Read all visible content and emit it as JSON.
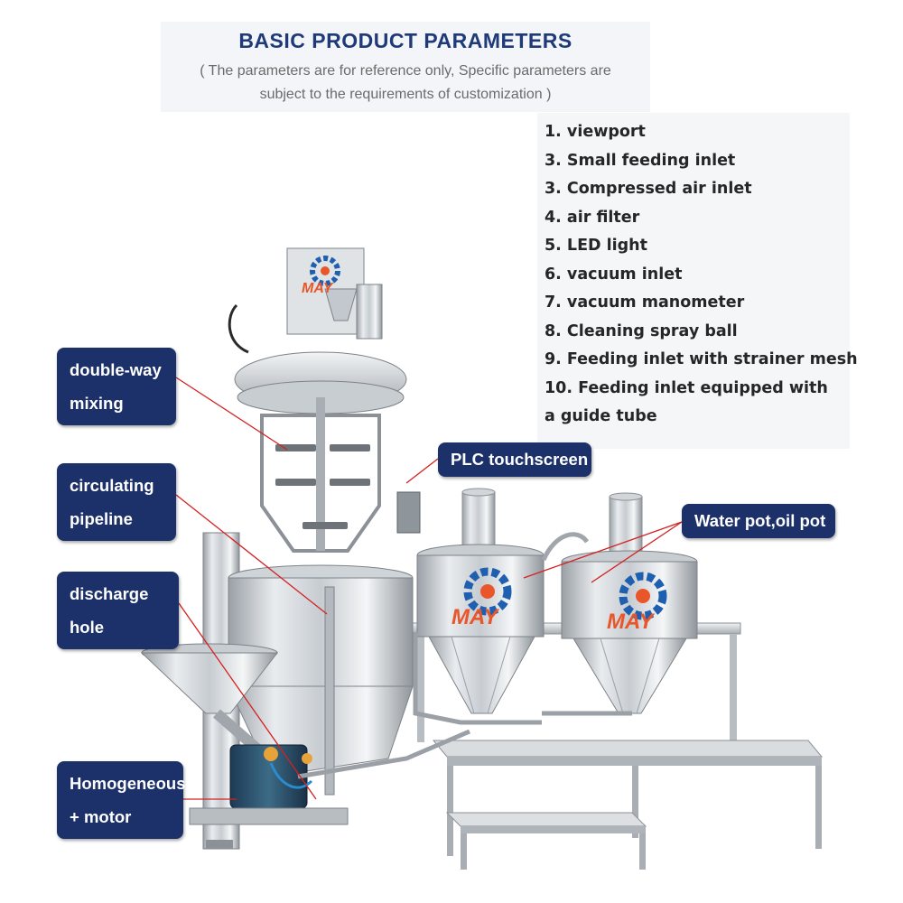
{
  "header": {
    "title": "BASIC PRODUCT PARAMETERS",
    "subtitle_line1": "( The parameters are for reference only, Specific parameters are",
    "subtitle_line2": "subject to the requirements of customization )"
  },
  "parameters": [
    "1. viewport",
    "3. Small feeding inlet",
    "3. Compressed air inlet",
    "4. air filter",
    "5. LED light",
    "6. vacuum inlet",
    "7. vacuum manometer",
    "8. Cleaning spray ball",
    "9. Feeding inlet with strainer mesh",
    "10. Feeding inlet equipped with",
    "a guide tube"
  ],
  "labels": {
    "double_way_1": "double-way",
    "double_way_2": "mixing",
    "circulating_1": "circulating",
    "circulating_2": "pipeline",
    "discharge_1": "discharge",
    "discharge_2": "hole",
    "homogeneous_1": "Homogeneous",
    "homogeneous_2": "+ motor",
    "plc": "PLC touchscreen",
    "water_oil": "Water pot,oil pot"
  },
  "logo_text": "MAY",
  "colors": {
    "title": "#1e3a78",
    "label_bg": "#1c3069",
    "leader_line": "#d42020",
    "logo_blue": "#1f5fb0",
    "logo_orange": "#e8562a"
  }
}
